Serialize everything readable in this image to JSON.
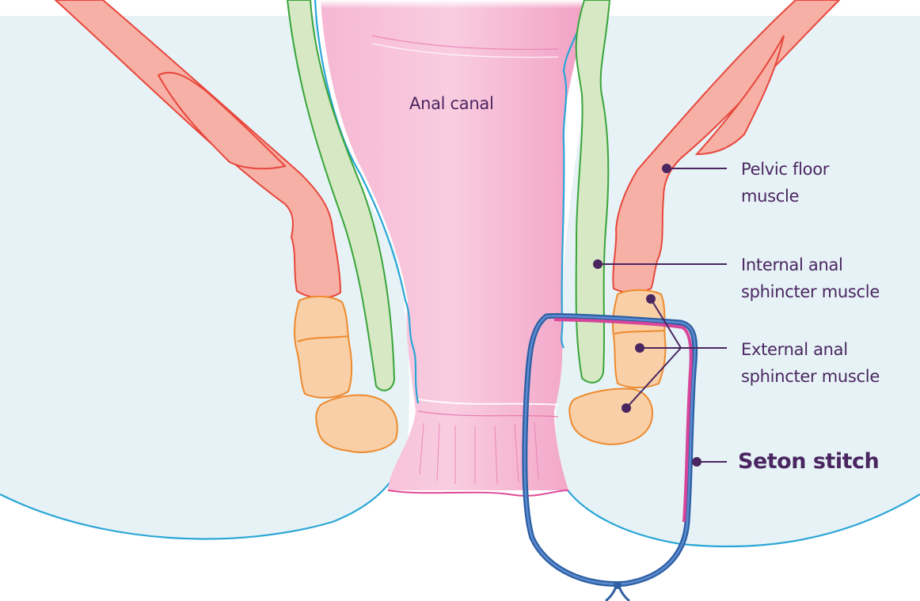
{
  "labels": {
    "anal_canal": "Anal canal",
    "pelvic_floor": [
      "Pelvic floor",
      "muscle"
    ],
    "internal_sphincter": [
      "Internal anal",
      "sphincter muscle"
    ],
    "external_sphincter": [
      "External anal",
      "sphincter muscle"
    ],
    "seton_stitch": "Seton stitch"
  },
  "colors": {
    "skin_fill": "#e6f2f6",
    "skin_outline": "#2aa6d6",
    "canal_fill": "#f2a6c8",
    "canal_outline": "#e0489a",
    "pelvic_muscle_fill": "#f7b0a6",
    "pelvic_muscle_outline": "#e8473c",
    "internal_sphincter_fill": "#d6e8c4",
    "internal_sphincter_outline": "#3aa53a",
    "external_sphincter_fill": "#f8cfa6",
    "external_sphincter_outline": "#ee8a2e",
    "seton_outer": "#2d5fa3",
    "seton_inner": "#d6459a",
    "label_text": "#4a2660",
    "leader_line": "#4a2660"
  }
}
